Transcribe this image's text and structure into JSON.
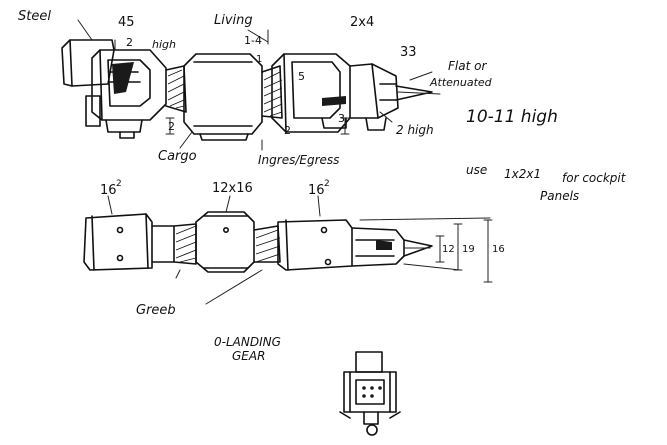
{
  "labels": {
    "steel": "Steel",
    "n45": "45",
    "dim2_top": "2",
    "high_top": "high",
    "living": "Living",
    "dim1_4": "1-4",
    "dim1": "1",
    "dim2x4": "2x4",
    "n33": "33",
    "flat_or_attenuated_1": "Flat or",
    "flat_or_attenuated_2": "Attenuated",
    "dim5": "5",
    "dim2_left": "2",
    "dim2_mid": "2",
    "dim3": "3",
    "two_high": "2 high",
    "cargo": "Cargo",
    "ingress": "Ingres/Egress",
    "ten_eleven": "10-11 high",
    "use_1": "use",
    "use_2": "1x2x1",
    "use_3": "for cockpit",
    "use_4": "Panels",
    "sixteen_sq_left": "16",
    "sup_left": "2",
    "twelve_sixteen": "12x16",
    "sixteen_sq_right": "16",
    "sup_right": "2",
    "dim12": "12",
    "dim19": "19",
    "dim16": "16",
    "greeb": "Greeb",
    "landing_1": "0-LANDING",
    "landing_2": "GEAR"
  }
}
